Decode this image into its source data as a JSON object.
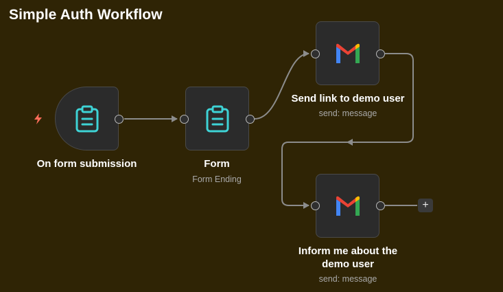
{
  "workflow": {
    "title": "Simple Auth Workflow"
  },
  "nodes": [
    {
      "id": "trigger",
      "label": "On form submission",
      "sublabel": "",
      "icon": "clipboard-icon"
    },
    {
      "id": "form",
      "label": "Form",
      "sublabel": "Form Ending",
      "icon": "clipboard-icon"
    },
    {
      "id": "send_link",
      "label": "Send link to demo user",
      "sublabel": "send: message",
      "icon": "gmail-icon"
    },
    {
      "id": "inform_me",
      "label": "Inform me about the demo user",
      "sublabel": "send: message",
      "icon": "gmail-icon"
    }
  ],
  "add_button": {
    "label": "+"
  },
  "colors": {
    "background": "#2f2405",
    "node_fill": "#2b2b2b",
    "icon_teal": "#3ed3d6",
    "trigger_bolt": "#ff6d5a",
    "connector": "#8c8c8c"
  }
}
